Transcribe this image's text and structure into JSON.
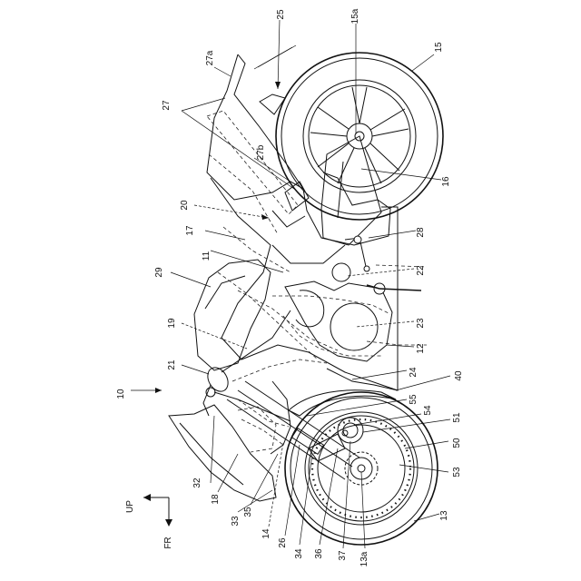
{
  "figure": {
    "orientation_labels": {
      "up": "UP",
      "front": "FR"
    },
    "reference_numerals": {
      "motorcycle": "10",
      "frame_11": "11",
      "front_wheel": "13",
      "front_axle": "13a",
      "front_fork": "14",
      "rear_wheel": "15",
      "rear_axle": "15a",
      "swing_arm": "16",
      "body_17": "17",
      "ref_18": "18",
      "ref_19": "19",
      "ref_20": "20",
      "handlebar": "21",
      "ref_22": "22",
      "ref_23": "23",
      "ref_24": "24",
      "seat_25": "25",
      "ref_26": "26",
      "ref_27": "27",
      "ref_27a": "27a",
      "ref_27b": "27b",
      "ref_28": "28",
      "fuel_tank": "29",
      "ref_32": "32",
      "ref_33": "33",
      "ref_34": "34",
      "ref_35": "35",
      "ref_36": "36",
      "ref_37": "37",
      "ref_40": "40",
      "ref_12": "12",
      "ref_50": "50",
      "ref_51": "51",
      "ref_53": "53",
      "ref_54": "54",
      "ref_55": "55"
    }
  }
}
